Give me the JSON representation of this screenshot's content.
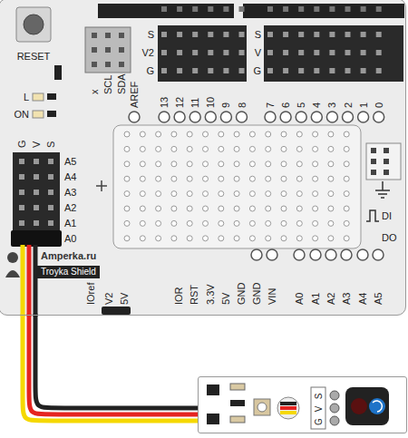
{
  "diagram": {
    "nodes": [
      {
        "text": [
          "Amperka.ru",
          "Troyka Shield"
        ]
      },
      {
        "text": [
          "S",
          "V",
          "G"
        ]
      }
    ],
    "edges": [
      {
        "from": 0,
        "to": 1,
        "arrow": "none"
      }
    ],
    "labels": [
      "RESET",
      "S",
      "V2",
      "G",
      "S",
      "V",
      "G",
      "x",
      "SCL",
      "SDA",
      "AREF",
      "13",
      "12",
      "11",
      "10",
      "9",
      "8",
      "7",
      "6",
      "5",
      "4",
      "3",
      "2",
      "1",
      "0",
      "L",
      "ON",
      "G",
      "V",
      "S",
      "A5",
      "A4",
      "A3",
      "A2",
      "A1",
      "A0",
      "DI",
      "DO",
      "IOref",
      "V2",
      "5V",
      "IOR",
      "RST",
      "3.3V",
      "5V",
      "GND",
      "GND",
      "VIN",
      "A0",
      "A1",
      "A2",
      "A3",
      "A4",
      "A5"
    ]
  }
}
